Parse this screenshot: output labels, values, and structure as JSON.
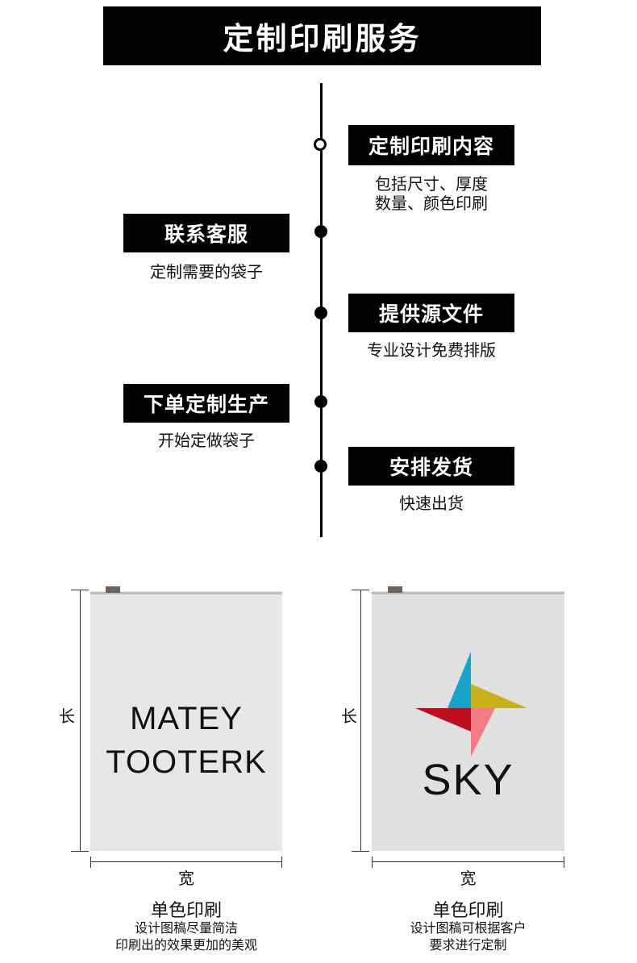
{
  "banner": {
    "title": "定制印刷服务"
  },
  "steps": [
    {
      "tag": "定制印刷内容",
      "desc_line1": "包括尺寸、厚度",
      "desc_line2": "数量、颜色印刷"
    },
    {
      "tag": "联系客服",
      "desc": "定制需要的袋子"
    },
    {
      "tag": "提供源文件",
      "desc": "专业设计免费排版"
    },
    {
      "tag": "下单定制生产",
      "desc": "开始定做袋子"
    },
    {
      "tag": "安排发货",
      "desc": "快速出货"
    }
  ],
  "bags": [
    {
      "text_line1": "MATEY",
      "text_line2": "TOOTERK",
      "length_label": "长",
      "width_label": "宽",
      "title": "单色印刷",
      "caption_line1": "设计图稿尽量简洁",
      "caption_line2": "印刷出的效果更加的美观"
    },
    {
      "logo_text": "SKY",
      "logo_colors": [
        "#1aa3c8",
        "#c8b21a",
        "#c00d1e",
        "#f57a86"
      ],
      "length_label": "长",
      "width_label": "宽",
      "title": "单色印刷",
      "caption_line1": "设计图稿可根据客户",
      "caption_line2": "要求进行定制"
    }
  ]
}
